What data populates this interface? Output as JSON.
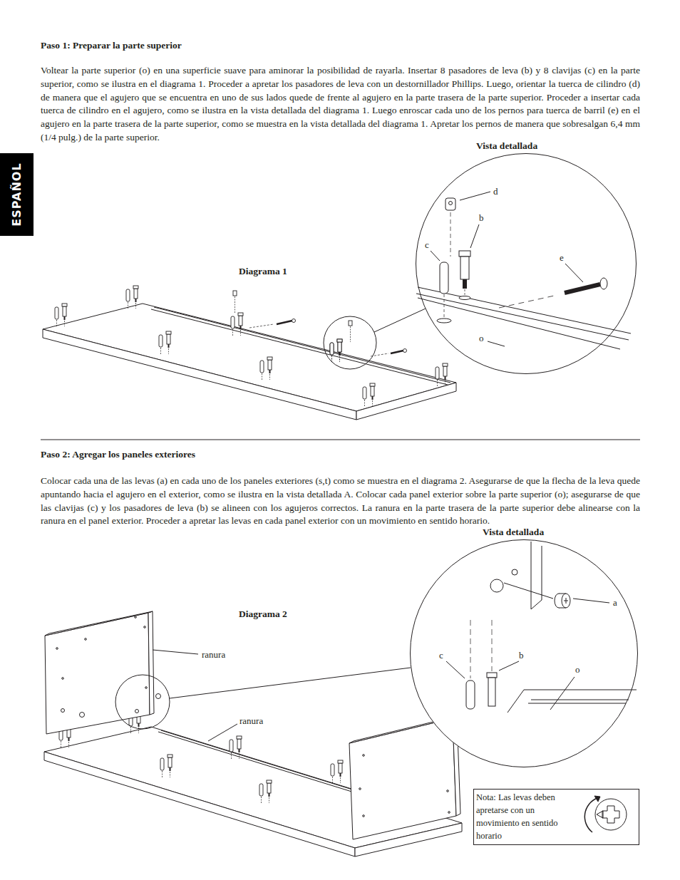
{
  "diagram": {
    "nodes": [
      {
        "text": [
          "Vista detallada",
          "d",
          "b",
          "c",
          "e",
          "o"
        ]
      },
      {
        "text": [
          "Vista detallada",
          "a",
          "c",
          "b",
          "o"
        ]
      },
      {
        "text": [
          "Nota: Las levas deben apretarse con un movimiento en sentido horario"
        ]
      }
    ],
    "labels": [
      "ESPAÑOL",
      "Paso 1: Preparar la parte superior",
      "Voltear la parte superior (o) en una superficie suave para aminorar la posibilidad de rayarla. Insertar 8 pasadores de leva (b) y 8 clavijas (c) en la parte superior, como se ilustra en el diagrama 1. Proceder a apretar los pasadores de leva con un destornillador Phillips. Luego, orientar la tuerca de cilindro (d) de manera que el agujero que se encuentra en uno de sus lados quede de frente al agujero en la parte trasera de la parte superior. Proceder a insertar cada tuerca de cilindro en el agujero, como se ilustra en la vista detallada del diagrama 1. Luego enroscar cada uno de los pernos para tuerca de barril (e) en el agujero en la parte trasera de la parte superior, como se muestra en la vista detallada del diagrama 1. Apretar los pernos de manera que sobresalgan 6,4 mm (1/4 pulg.) de la parte superior.",
      "Diagrama 1",
      "Paso 2: Agregar los paneles exteriores",
      "Colocar cada una de las levas (a) en cada uno de los paneles exteriores (s,t) como se muestra en el diagrama 2. Asegurarse de que la flecha de la leva quede apuntando hacia el agujero en el exterior, como se ilustra en la vista detallada A. Colocar cada panel exterior sobre la parte superior (o); asegurarse de que las clavijas (c) y los pasadores de leva (b) se alineen con los agujeros correctos. La ranura en la parte trasera de la parte superior debe alinearse con la ranura en el panel exterior. Proceder a apretar las levas en cada panel exterior con un movimiento en sentido horario.",
      "Diagrama 2",
      "ranura",
      "ranura"
    ]
  }
}
